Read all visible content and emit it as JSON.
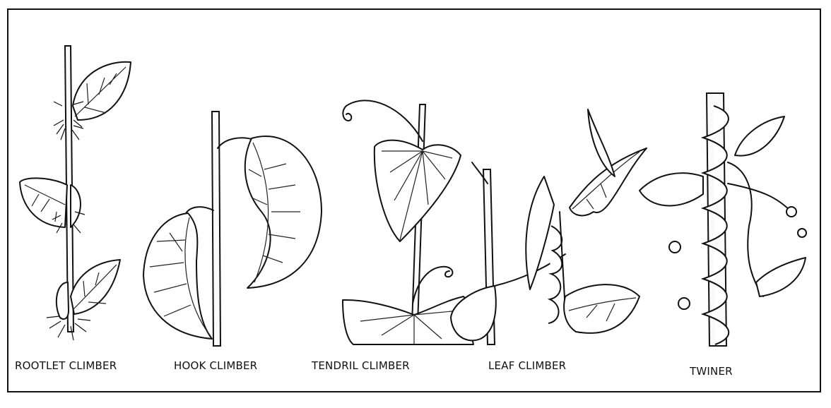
{
  "labels": {
    "rootlet": "ROOTLET CLIMBER",
    "hook": "HOOK CLIMBER",
    "tendril": "TENDRIL CLIMBER",
    "leaf": "LEAF CLIMBER",
    "twiner": "TWINER"
  },
  "colors": {
    "ink": "#111111",
    "paper": "#ffffff"
  }
}
